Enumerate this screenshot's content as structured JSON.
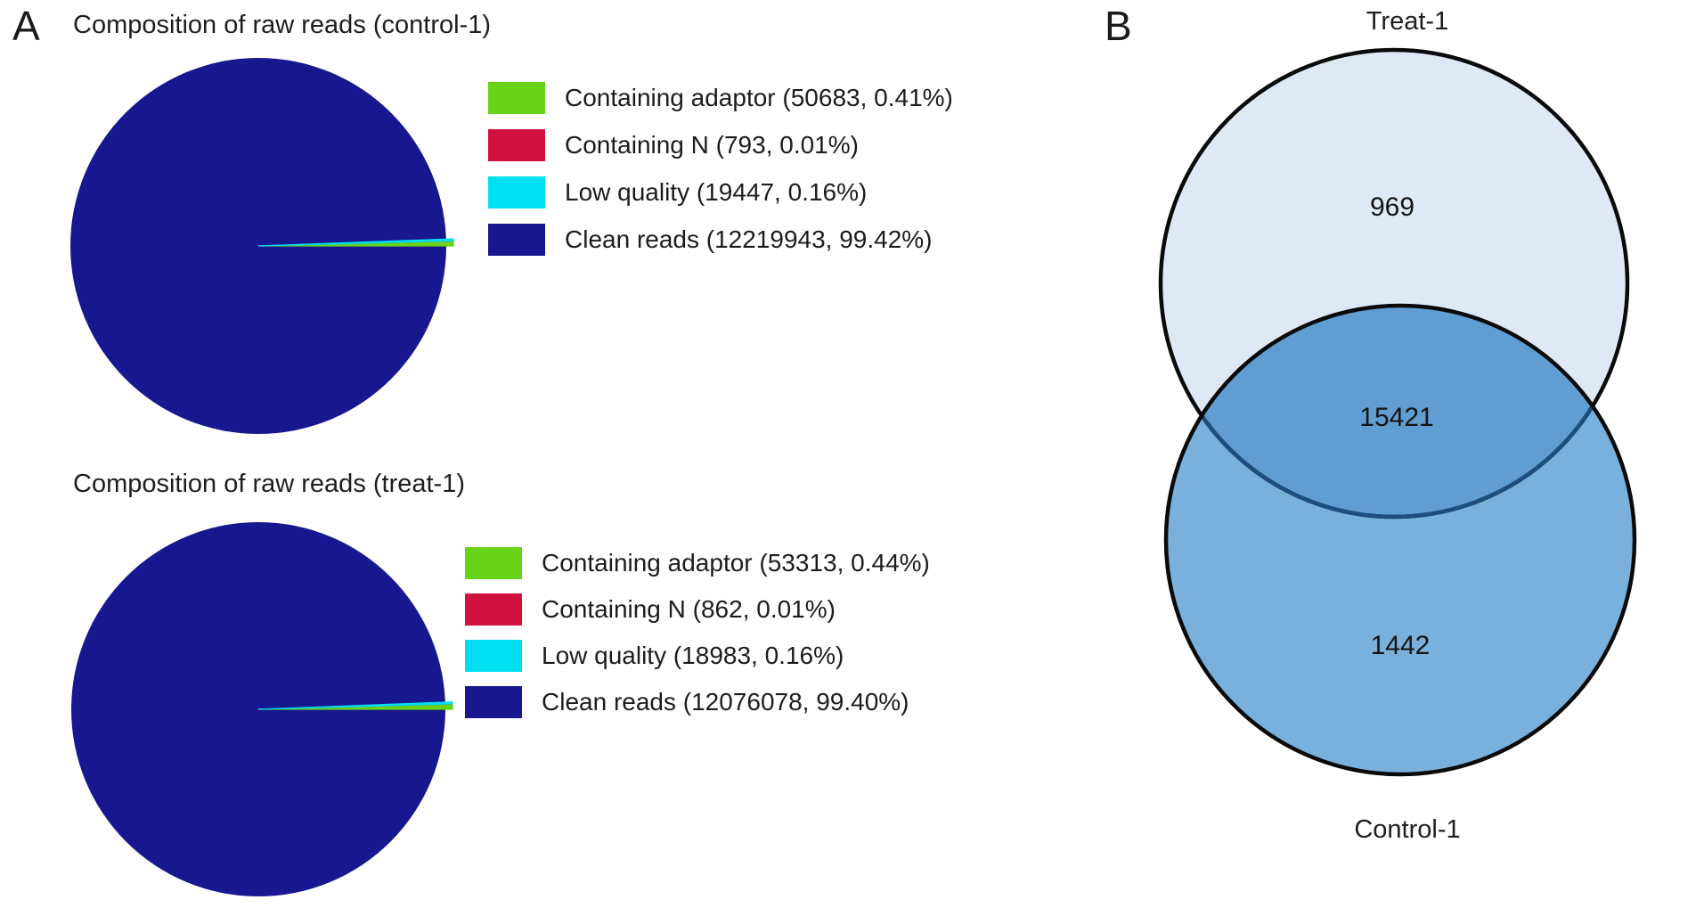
{
  "figure": {
    "background": "#ffffff"
  },
  "panel_a": {
    "label": "A"
  },
  "panel_b": {
    "label": "B",
    "top_label": "Treat-1",
    "bottom_label": "Control-1",
    "regions": {
      "treat_only": "969",
      "intersection": "15421",
      "control_only": "1442"
    },
    "colors": {
      "treat_only": "#dfe9f6",
      "intersection": "#5f9dd2",
      "control_only": "#79b0dc",
      "outline": "#0a0a0a",
      "inner_arc": "#1d4e7e"
    }
  },
  "chart_data": [
    {
      "type": "pie",
      "title": "Composition of raw reads (control-1)",
      "labels": [
        "Containing adaptor",
        "Containing N",
        "Low quality",
        "Clean reads"
      ],
      "values": [
        50683,
        793,
        19447,
        12219943
      ],
      "percents": [
        0.41,
        0.01,
        0.16,
        99.42
      ],
      "colors": [
        "#68d317",
        "#d2123e",
        "#00dff2",
        "#17178f"
      ],
      "legend_labels": [
        "Containing adaptor (50683, 0.41%)",
        "Containing N (793, 0.01%)",
        "Low quality (19447, 0.16%)",
        "Clean reads (12219943, 99.42%)"
      ],
      "legend_position": "right",
      "start_angle_deg": 0,
      "direction": "counterclockwise"
    },
    {
      "type": "pie",
      "title": "Composition of raw reads (treat-1)",
      "labels": [
        "Containing adaptor",
        "Containing N",
        "Low quality",
        "Clean reads"
      ],
      "values": [
        53313,
        862,
        18983,
        12076078
      ],
      "percents": [
        0.44,
        0.01,
        0.16,
        99.4
      ],
      "colors": [
        "#68d317",
        "#d2123e",
        "#00dff2",
        "#17178f"
      ],
      "legend_labels": [
        "Containing adaptor (53313, 0.44%)",
        "Containing N (862, 0.01%)",
        "Low quality (18983, 0.16%)",
        "Clean reads (12076078, 99.40%)"
      ],
      "legend_position": "right",
      "start_angle_deg": 0,
      "direction": "counterclockwise"
    },
    {
      "type": "venn",
      "sets": [
        "Treat-1",
        "Control-1"
      ],
      "regions": {
        "Treat-1 only": 969,
        "intersection": 15421,
        "Control-1 only": 1442
      },
      "colors": {
        "Treat-1": "#dfe9f6",
        "Control-1": "#79b0dc",
        "intersection": "#5f9dd2"
      }
    }
  ]
}
